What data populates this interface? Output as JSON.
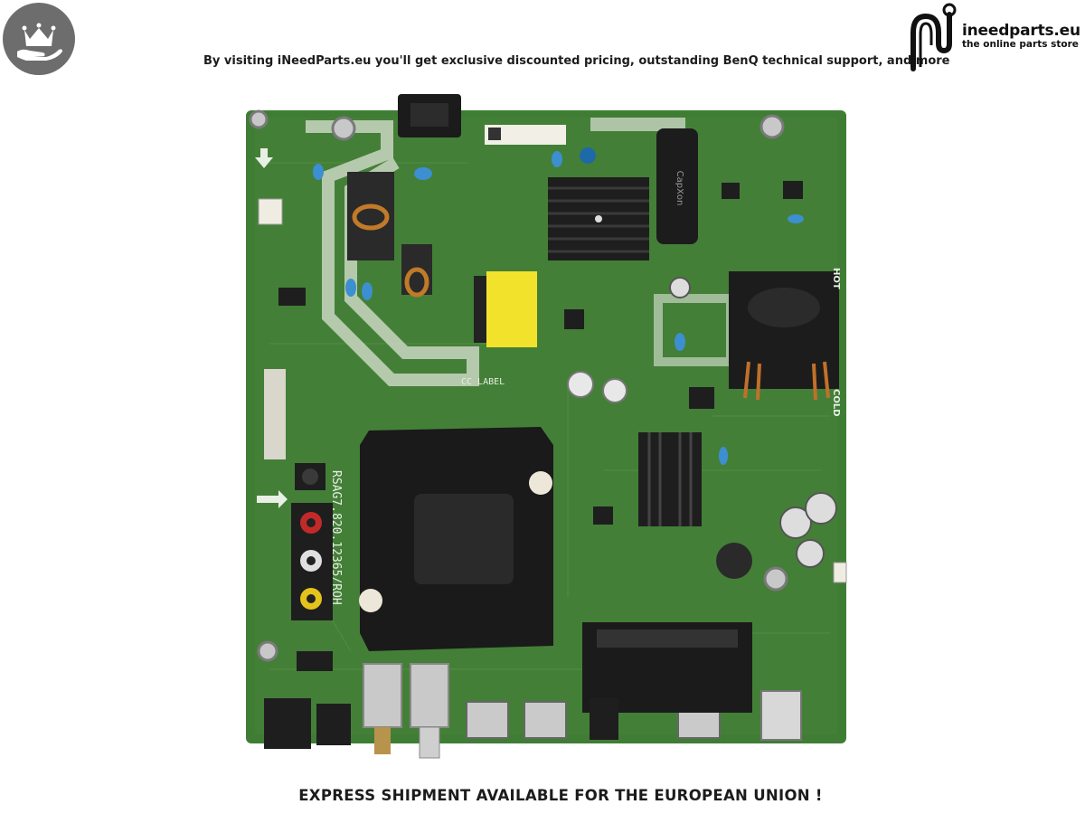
{
  "header": {
    "tagline": "By visiting iNeedParts.eu you'll get exclusive discounted pricing, outstanding BenQ technical support, and more"
  },
  "brand": {
    "name": "ineedparts.eu",
    "subtitle": "the online parts store"
  },
  "board": {
    "label_cc": "CC LABEL",
    "label_model": "RSAG7.820.12365/ROH",
    "label_hot": "HOT",
    "label_cold": "COLD",
    "label_cap": "CapXon"
  },
  "footer": {
    "text": "EXPRESS SHIPMENT AVAILABLE FOR THE EUROPEAN UNION !"
  },
  "colors": {
    "pcb_green": "#3f7d35",
    "heatsink": "#1f1f1f",
    "badge": "#6d6d6d"
  }
}
